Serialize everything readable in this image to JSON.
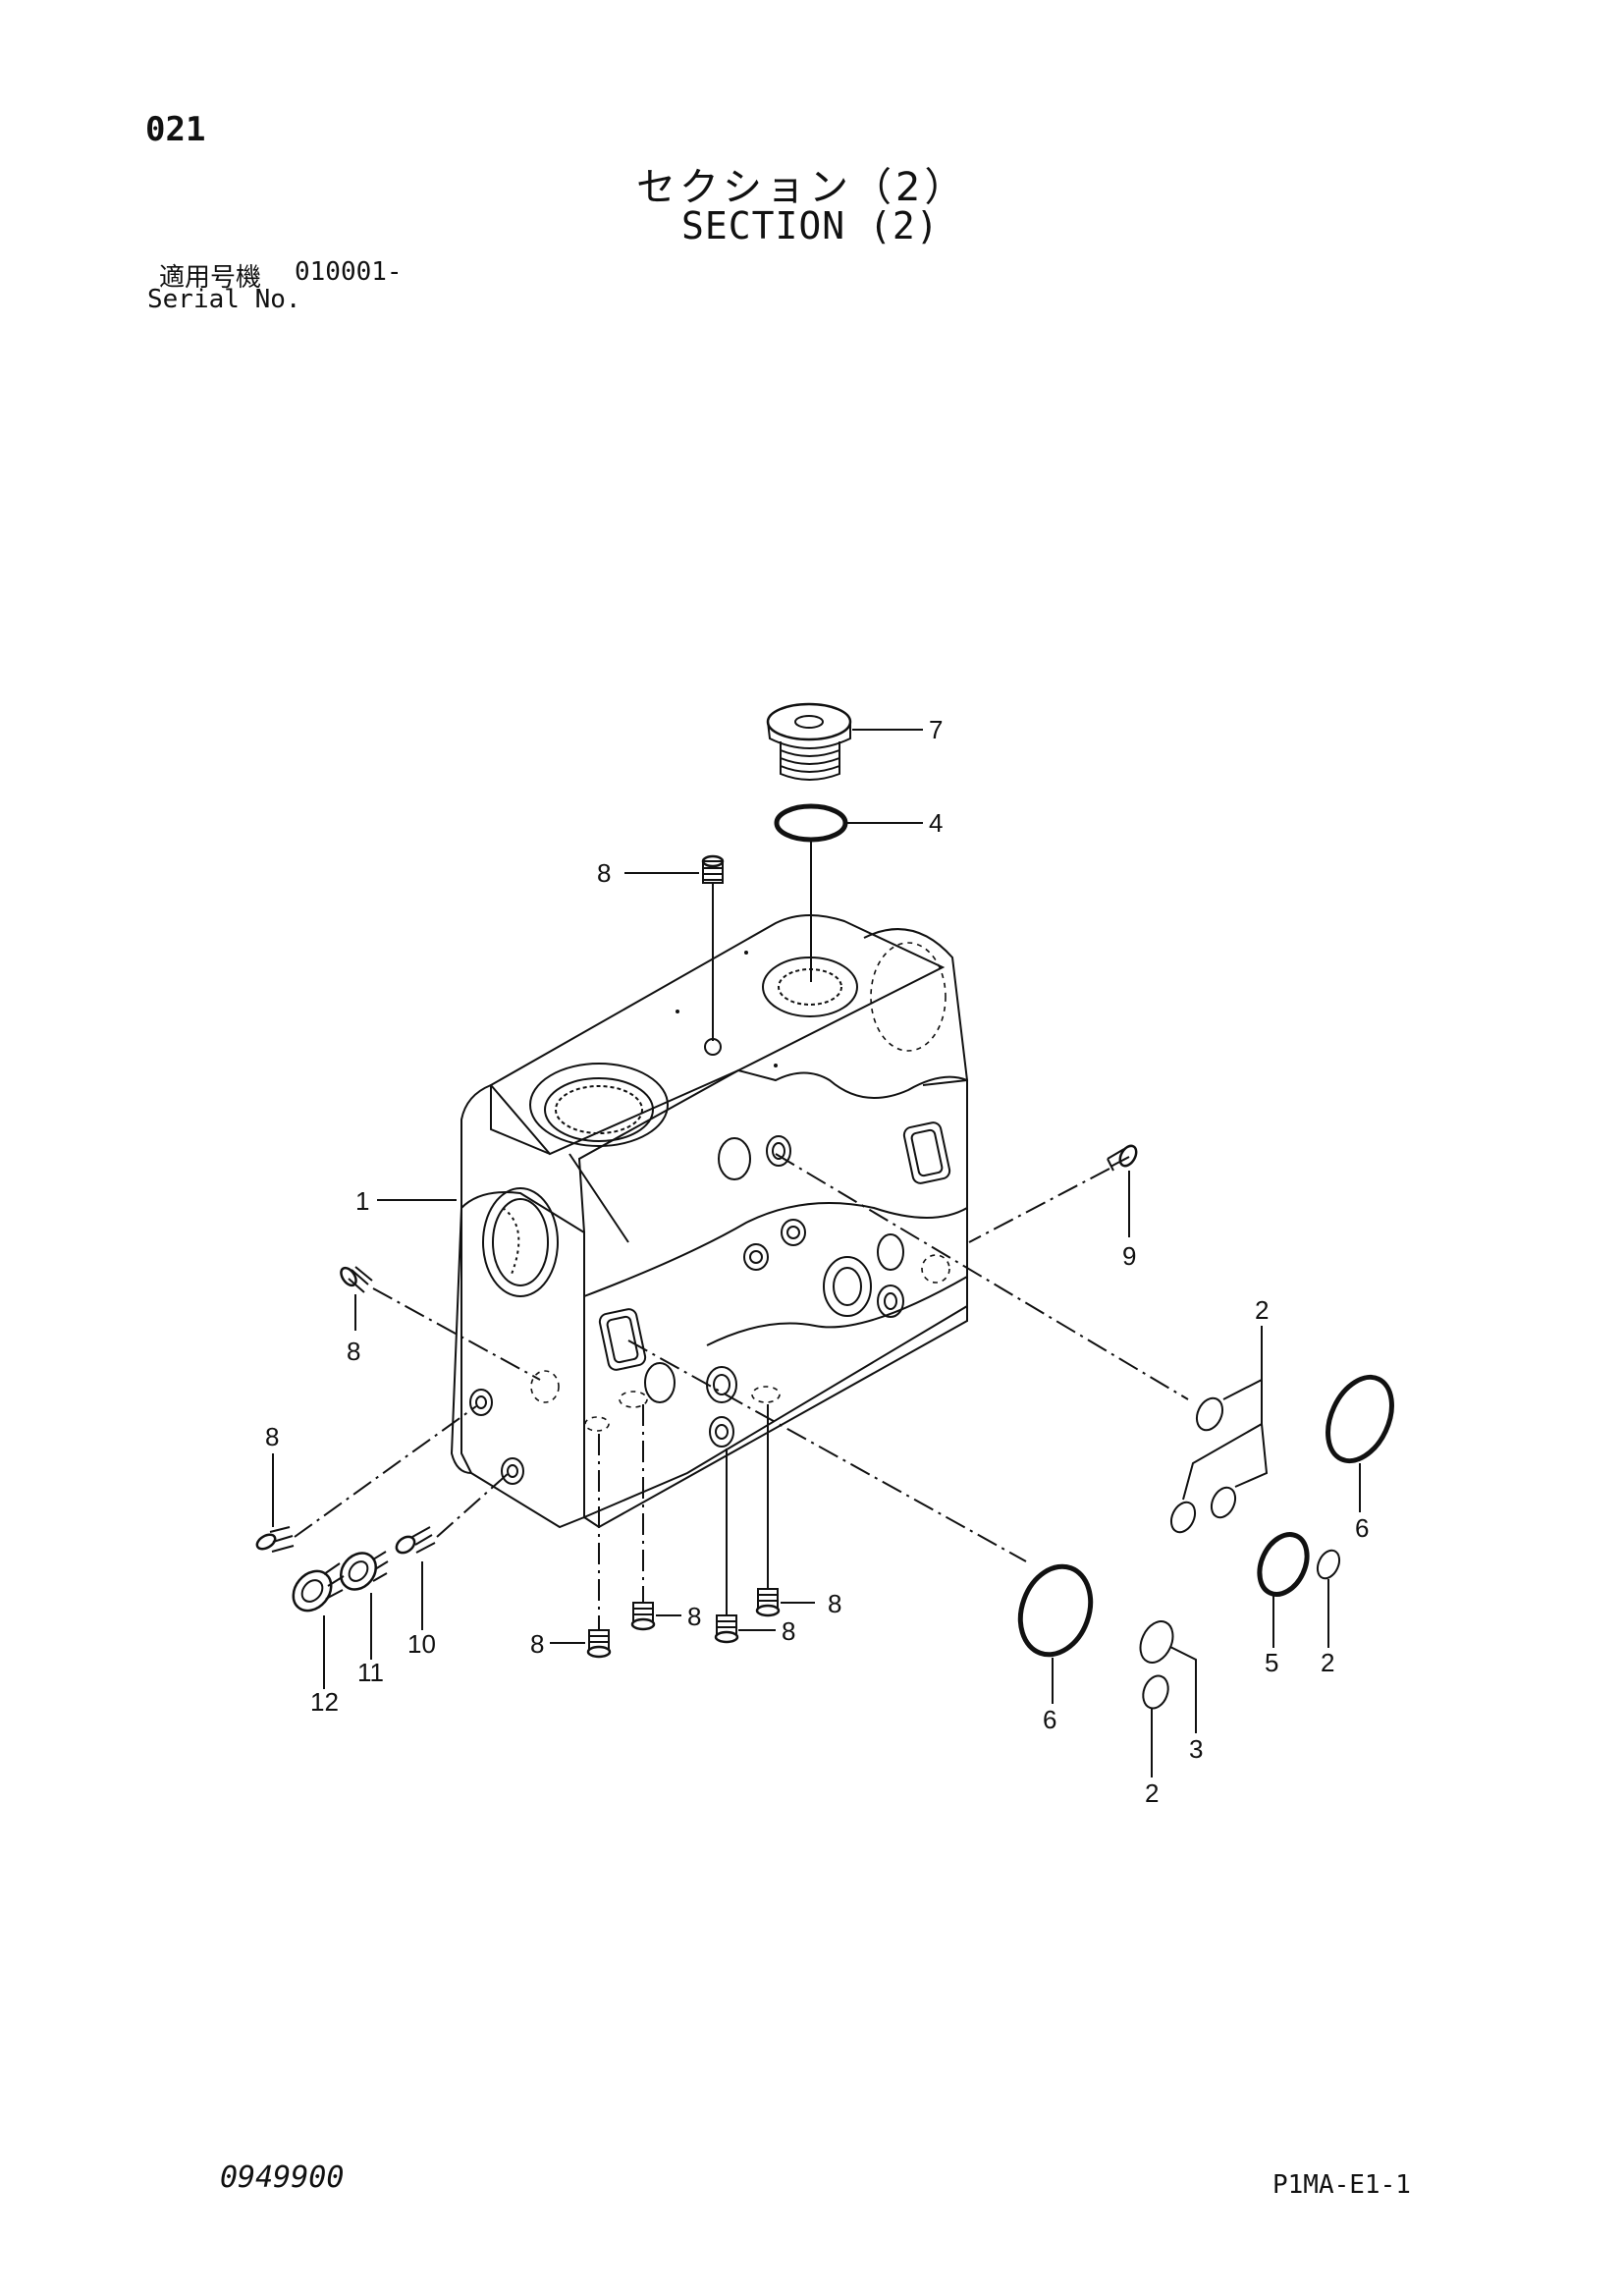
{
  "header": {
    "page_number": "021",
    "title_jp": "セクション（2）",
    "title_en": "SECTION (2)",
    "serial_label_jp": "適用号機",
    "serial_value": "010001-",
    "serial_label_en": "Serial No."
  },
  "footer": {
    "doc_code": "0949900",
    "page_ref": "P1MA-E1-1"
  },
  "callouts": {
    "c1": "1",
    "c2a": "2",
    "c2b": "2",
    "c2c": "2",
    "c3": "3",
    "c4": "4",
    "c5": "5",
    "c6a": "6",
    "c6b": "6",
    "c7": "7",
    "c8a": "8",
    "c8b": "8",
    "c8c": "8",
    "c8d": "8",
    "c8e": "8",
    "c8f": "8",
    "c8g": "8",
    "c9": "9",
    "c10": "10",
    "c11": "11",
    "c12": "12"
  }
}
